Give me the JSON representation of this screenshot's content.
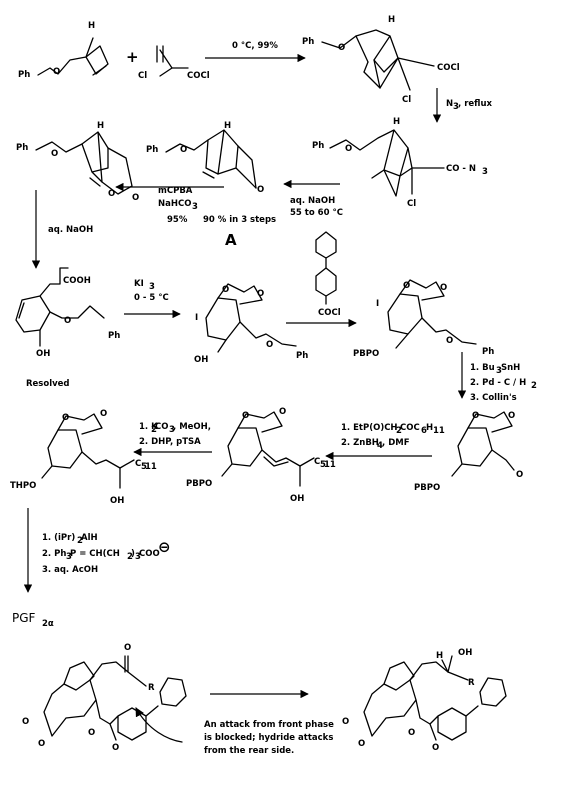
{
  "labels": {
    "ph_1": "Ph",
    "ph_2": "Ph",
    "ph_3": "Ph",
    "ph_4": "Ph",
    "ph_5": "Ph",
    "ph_6": "Ph",
    "ph_7": "Ph",
    "h_1": "H",
    "h_2": "H",
    "h_3": "H",
    "h_4": "H",
    "h_5": "H",
    "h_6": "H",
    "cl_1": "Cl",
    "cl_2": "Cl",
    "cl_3": "Cl",
    "cocl_1": "COCl",
    "cocl_2": "COCl",
    "cocl_3": "COCl",
    "con3": "CO - N",
    "plus": "+",
    "cooh": "COOH",
    "oh_1": "OH",
    "oh_2": "OH",
    "oh_3": "OH",
    "oh_4": "OH",
    "oh_5": "OH",
    "i_1": "I",
    "i_2": "I",
    "o": "O",
    "pbpo_1": "PBPO",
    "pbpo_2": "PBPO",
    "pbpo_3": "PBPO",
    "thpo": "THPO",
    "c5h11_1": "C",
    "c5h11_2": "C",
    "r_1": "R",
    "r_2": "R",
    "compound_a": "A",
    "resolved": "Resolved",
    "pgf": "PGF",
    "pgf_sub": "2α",
    "minus": "⊖"
  },
  "reagents": {
    "r1": "0 °C, 99%",
    "r2": "N",
    "r2_sub": "3",
    "r2_tail": ", reflux",
    "r3_line1": "aq. NaOH",
    "r3_line2": "55 to 60 °C",
    "r4_line1": "mCPBA",
    "r4_line2": "NaHCO",
    "r4_line3": "95%",
    "r4_line4": "90 % in 3 steps",
    "r5": "aq. NaOH",
    "r6_line1": "KI",
    "r6_line2": "0 - 5 °C",
    "r7_line1": "1. Bu",
    "r7_line1b": "SnH",
    "r7_line2": "2. Pd - C / H",
    "r7_line3": "3. Collin's",
    "r8_line1": "1. EtP(O)CH",
    "r8_line1b": "COC",
    "r8_line1c": "H",
    "r8_line2": "2. ZnBH",
    "r8_line2b": ", DMF",
    "r9_line1": "1. K",
    "r9_line1b": "CO",
    "r9_line1c": ", MeOH,",
    "r9_line2": "2. DHP, pTSA",
    "r10_line1": "1. (iPr)",
    "r10_line1b": "AlH",
    "r10_line2": "2. Ph",
    "r10_line2b": "P = CH(CH",
    "r10_line2c": ")",
    "r10_line2d": "COO",
    "r10_line3": "3. aq. AcOH"
  },
  "subscripts": {
    "s2": "2",
    "s3": "3",
    "s4": "4",
    "s5": "5",
    "s6": "6",
    "s11": "11"
  },
  "annotation": {
    "line1": "An attack from front phase",
    "line2": "is blocked; hydride attacks",
    "line3": "from the rear side."
  }
}
